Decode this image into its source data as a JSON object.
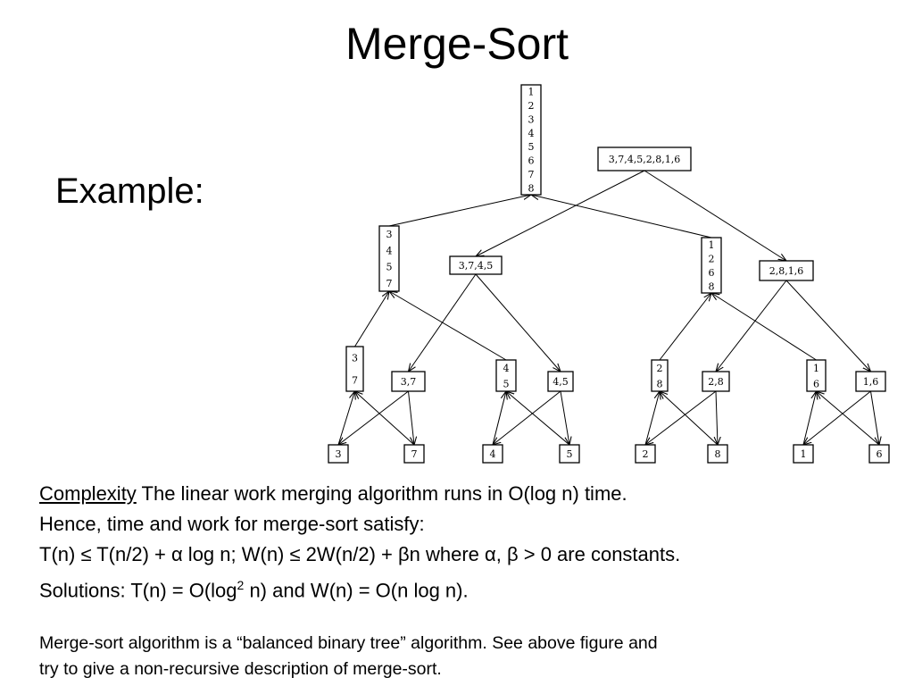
{
  "title": "Merge-Sort",
  "subtitle": "Example:",
  "tree": {
    "nodes": {
      "root": "1 2 3 4 5 6 7 8",
      "input": "3,7,4,5,2,8,1,6",
      "l1_left_sorted": "3 4 5 7",
      "l1_left_input": "3,7,4,5",
      "l1_right_sorted": "1 2 6 8",
      "l1_right_input": "2,8,1,6",
      "l2_a_sorted": "3 7",
      "l2_a_input": "3,7",
      "l2_b_sorted": "4 5",
      "l2_b_input": "4,5",
      "l2_c_sorted": "2 8",
      "l2_c_input": "2,8",
      "l2_d_sorted": "1 6",
      "l2_d_input": "1,6",
      "leaf_3": "3",
      "leaf_7": "7",
      "leaf_4": "4",
      "leaf_5": "5",
      "leaf_2": "2",
      "leaf_8": "8",
      "leaf_1": "1",
      "leaf_6": "6"
    }
  },
  "complexity": {
    "label": "Complexity",
    "line1_rest": " The linear work merging algorithm runs in O(log n) time.",
    "line2": "Hence, time and work for merge-sort satisfy:",
    "line3": "T(n) ≤ T(n/2) + α log n; W(n) ≤ 2W(n/2) + βn where α, β > 0 are constants.",
    "line4_a": "Solutions: T(n) = O(log",
    "line4_sup": "2",
    "line4_b": " n) and W(n) = O(n log n)."
  },
  "note": {
    "line1": "Merge-sort algorithm is a “balanced binary tree” algorithm. See above figure and",
    "line2": "try to give a non-recursive description of merge-sort."
  }
}
